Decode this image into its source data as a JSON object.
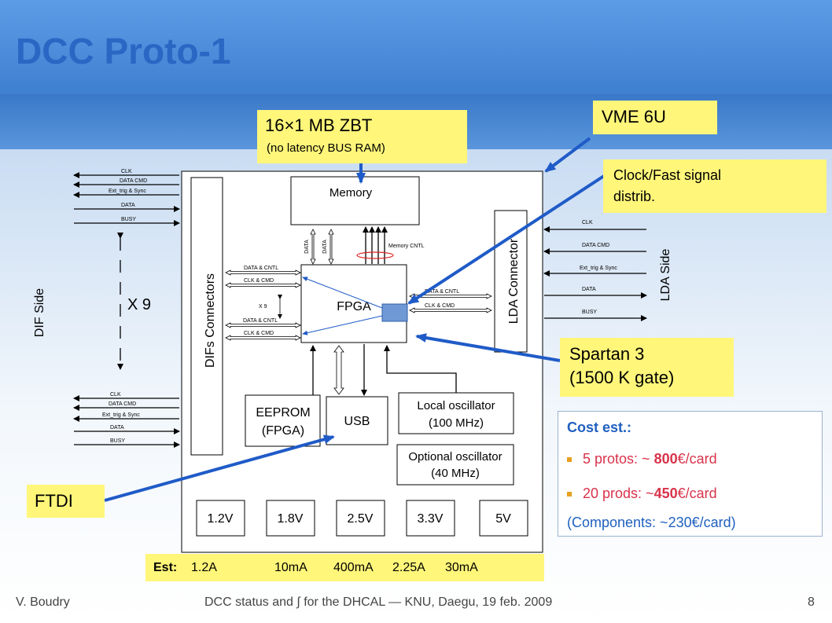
{
  "slide": {
    "title": "DCC Proto-1",
    "footer_author": "V. Boudry",
    "footer_event": "DCC status and ∫ for the DHCAL — KNU, Daegu, 19 feb. 2009",
    "page_number": "8"
  },
  "callouts": {
    "zbt_title": "16×1 MB ZBT",
    "zbt_sub": "(no latency BUS RAM)",
    "vme": "VME 6U",
    "clock_line1": "Clock/Fast signal",
    "clock_line2": "distrib.",
    "spartan_line1": "Spartan 3",
    "spartan_line2": "(1500 K gate)",
    "ftdi": "FTDI"
  },
  "cost": {
    "heading": "Cost est.:",
    "line1_pre": "5 protos: ~ ",
    "line1_bold": "800",
    "line1_post": "€/card",
    "line2_pre": "20 prods: ~",
    "line2_bold": "450",
    "line2_post": "€/card",
    "components": "(Components: ~230€/card)"
  },
  "current_est": {
    "label": "Est:",
    "values": [
      "1.2A",
      "10mA",
      "400mA",
      "2.25A",
      "30mA"
    ]
  },
  "board": {
    "memory": "Memory",
    "memory_cntl": "Memory CNTL",
    "data_v1": "DATA",
    "data_v2": "DATA",
    "fpga": "FPGA",
    "difs_connectors": "DIFs Connectors",
    "lda_connector": "LDA Connector",
    "eeprom_line1": "EEPROM",
    "eeprom_line2": "(FPGA)",
    "usb": "USB",
    "local_osc_line1": "Local oscillator",
    "local_osc_line2": "(100 MHz)",
    "opt_osc_line1": "Optional oscillator",
    "opt_osc_line2": "(40 MHz)",
    "voltages": [
      "1.2V",
      "1.8V",
      "2.5V",
      "3.3V",
      "5V"
    ],
    "fpga_dif_labels": [
      "DATA & CNTL",
      "CLK & CMD",
      "X 9",
      "DATA & CNTL",
      "CLK & CMD"
    ],
    "fpga_lda_labels": [
      "DATA & CNTL",
      "CLK & CMD"
    ]
  },
  "dif_side": {
    "side_label": "DIF Side",
    "multiplicity": "X 9",
    "signals_top": [
      "CLK",
      "DATA CMD",
      "Ext_trig & Sync",
      "DATA",
      "BUSY"
    ],
    "signals_bottom": [
      "CLK",
      "DATA CMD",
      "Ext_trig & Sync",
      "DATA",
      "BUSY"
    ]
  },
  "lda_side": {
    "side_label": "LDA Side",
    "signals": [
      "CLK",
      "DATA CMD",
      "Ext_trig & Sync",
      "DATA",
      "BUSY"
    ]
  },
  "colors": {
    "title": "#2a66c4",
    "callout_bg": "#fff67a",
    "arrow": "#1f5bc8",
    "cost_red": "#d8334a",
    "cost_blue": "#2060c0"
  }
}
